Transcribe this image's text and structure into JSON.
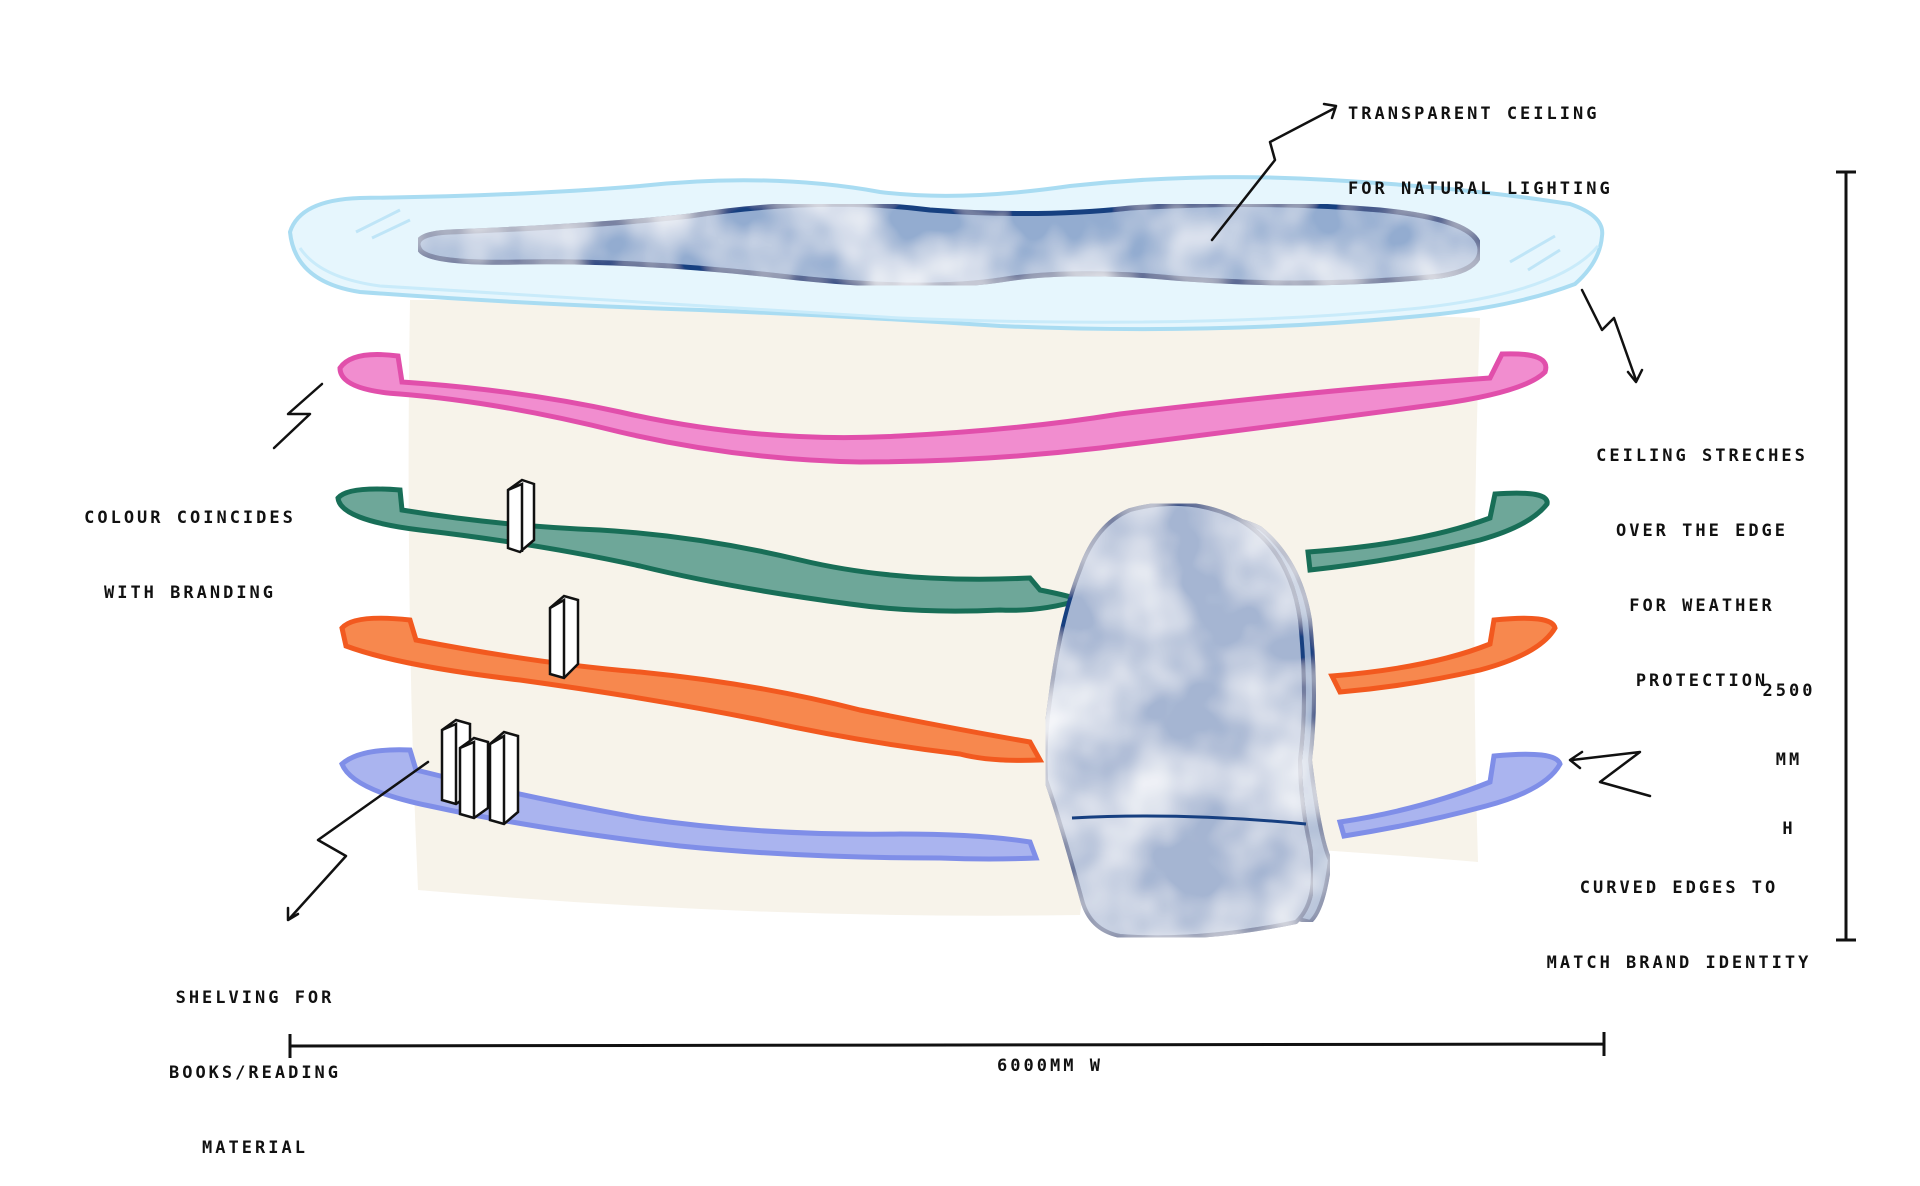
{
  "annotations": {
    "ceiling_transparent": [
      "TRANSPARENT CEILING",
      "FOR NATURAL LIGHTING"
    ],
    "ceiling_edge": [
      "CEILING STRECHES",
      "OVER THE EDGE",
      "FOR WEATHER",
      "PROTECTION"
    ],
    "colour_branding": [
      "COLOUR COINCIDES",
      "WITH BRANDING"
    ],
    "curved_edges": [
      "CURVED EDGES TO",
      "MATCH BRAND IDENTITY"
    ],
    "shelving": [
      "SHELVING FOR",
      "BOOKS/READING",
      "MATERIAL"
    ]
  },
  "dimensions": {
    "height": [
      "2500",
      "mm",
      "H"
    ],
    "width": "6000mm W"
  },
  "colors": {
    "ceiling_outline": "#a9dcf2",
    "ceiling_fill": "#e6f6fd",
    "skylight_fill": "#93acd0",
    "skylight_outline": "#163f80",
    "wall_fill": "#f7f3ea",
    "shelf_pink": "#e85ab2",
    "shelf_green": "#1e7a62",
    "shelf_orange": "#f2591f",
    "shelf_blue": "#7f8ee8",
    "rock": "#a5b5d2",
    "ink": "#111111"
  }
}
